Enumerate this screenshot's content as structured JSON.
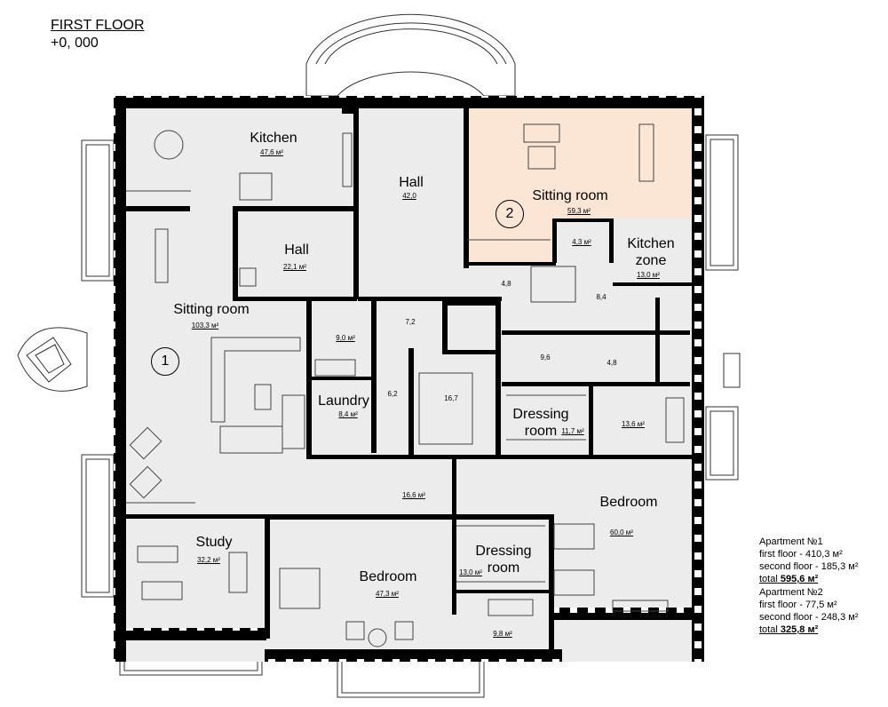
{
  "header": {
    "title": "FIRST FLOOR",
    "level": "+0, 000"
  },
  "rooms": {
    "kitchen": {
      "name": "Kitchen",
      "area": "47,6 м²"
    },
    "hall_main": {
      "name": "Hall",
      "area": "42,0"
    },
    "sitting_2": {
      "name": "Sitting room",
      "area": "59,3 м²"
    },
    "hall_small": {
      "name": "Hall",
      "area": "22,1 м²"
    },
    "kitchen_zone": {
      "name": "Kitchen\nzone",
      "area": "13,0 м²"
    },
    "wc_small": {
      "area": "4,3 м²"
    },
    "sitting_1": {
      "name": "Sitting room",
      "area": "103,3 м²"
    },
    "bath_a": {
      "area": "9,0 м²"
    },
    "corridor_72": {
      "area": "7,2"
    },
    "corridor_48a": {
      "area": "4,8"
    },
    "corridor_48b": {
      "area": "4,8"
    },
    "stair_84": {
      "area": "8,4"
    },
    "corridor_96": {
      "area": "9,6"
    },
    "laundry": {
      "name": "Laundry",
      "area": "8,4 м²"
    },
    "corridor_62": {
      "area": "6,2"
    },
    "stair_167": {
      "area": "16,7"
    },
    "dressing_1": {
      "name": "Dressing\nroom",
      "area": "11,7 м²"
    },
    "bath_b": {
      "area": "13,6 м²"
    },
    "corridor_166": {
      "area": "16,6 м²"
    },
    "bedroom_60": {
      "name": "Bedroom",
      "area": "60,0 м²"
    },
    "study": {
      "name": "Study",
      "area": "32,2 м²"
    },
    "bedroom_47": {
      "name": "Bedroom",
      "area": "47,3 м²"
    },
    "dressing_2": {
      "name": "Dressing\nroom",
      "area": "13,0 м²"
    },
    "bath_c": {
      "area": "9,8 м²"
    }
  },
  "apartment_markers": {
    "one": "1",
    "two": "2"
  },
  "summary": {
    "apt1": {
      "title": "Apartment №1",
      "first": "first floor - 410,3 м²",
      "second": "second floor - 185,3 м²",
      "total_label": "total",
      "total_value": "595,6 м²"
    },
    "apt2": {
      "title": "Apartment №2",
      "first": "first floor - 77,5 м²",
      "second": "second floor - 248,3 м²",
      "total_label": "total",
      "total_value": "325,8 м²"
    }
  },
  "colors": {
    "wall": "#000000",
    "floor": "#ececec",
    "apartment2_floor": "#fbe6d6",
    "line": "#444444"
  }
}
